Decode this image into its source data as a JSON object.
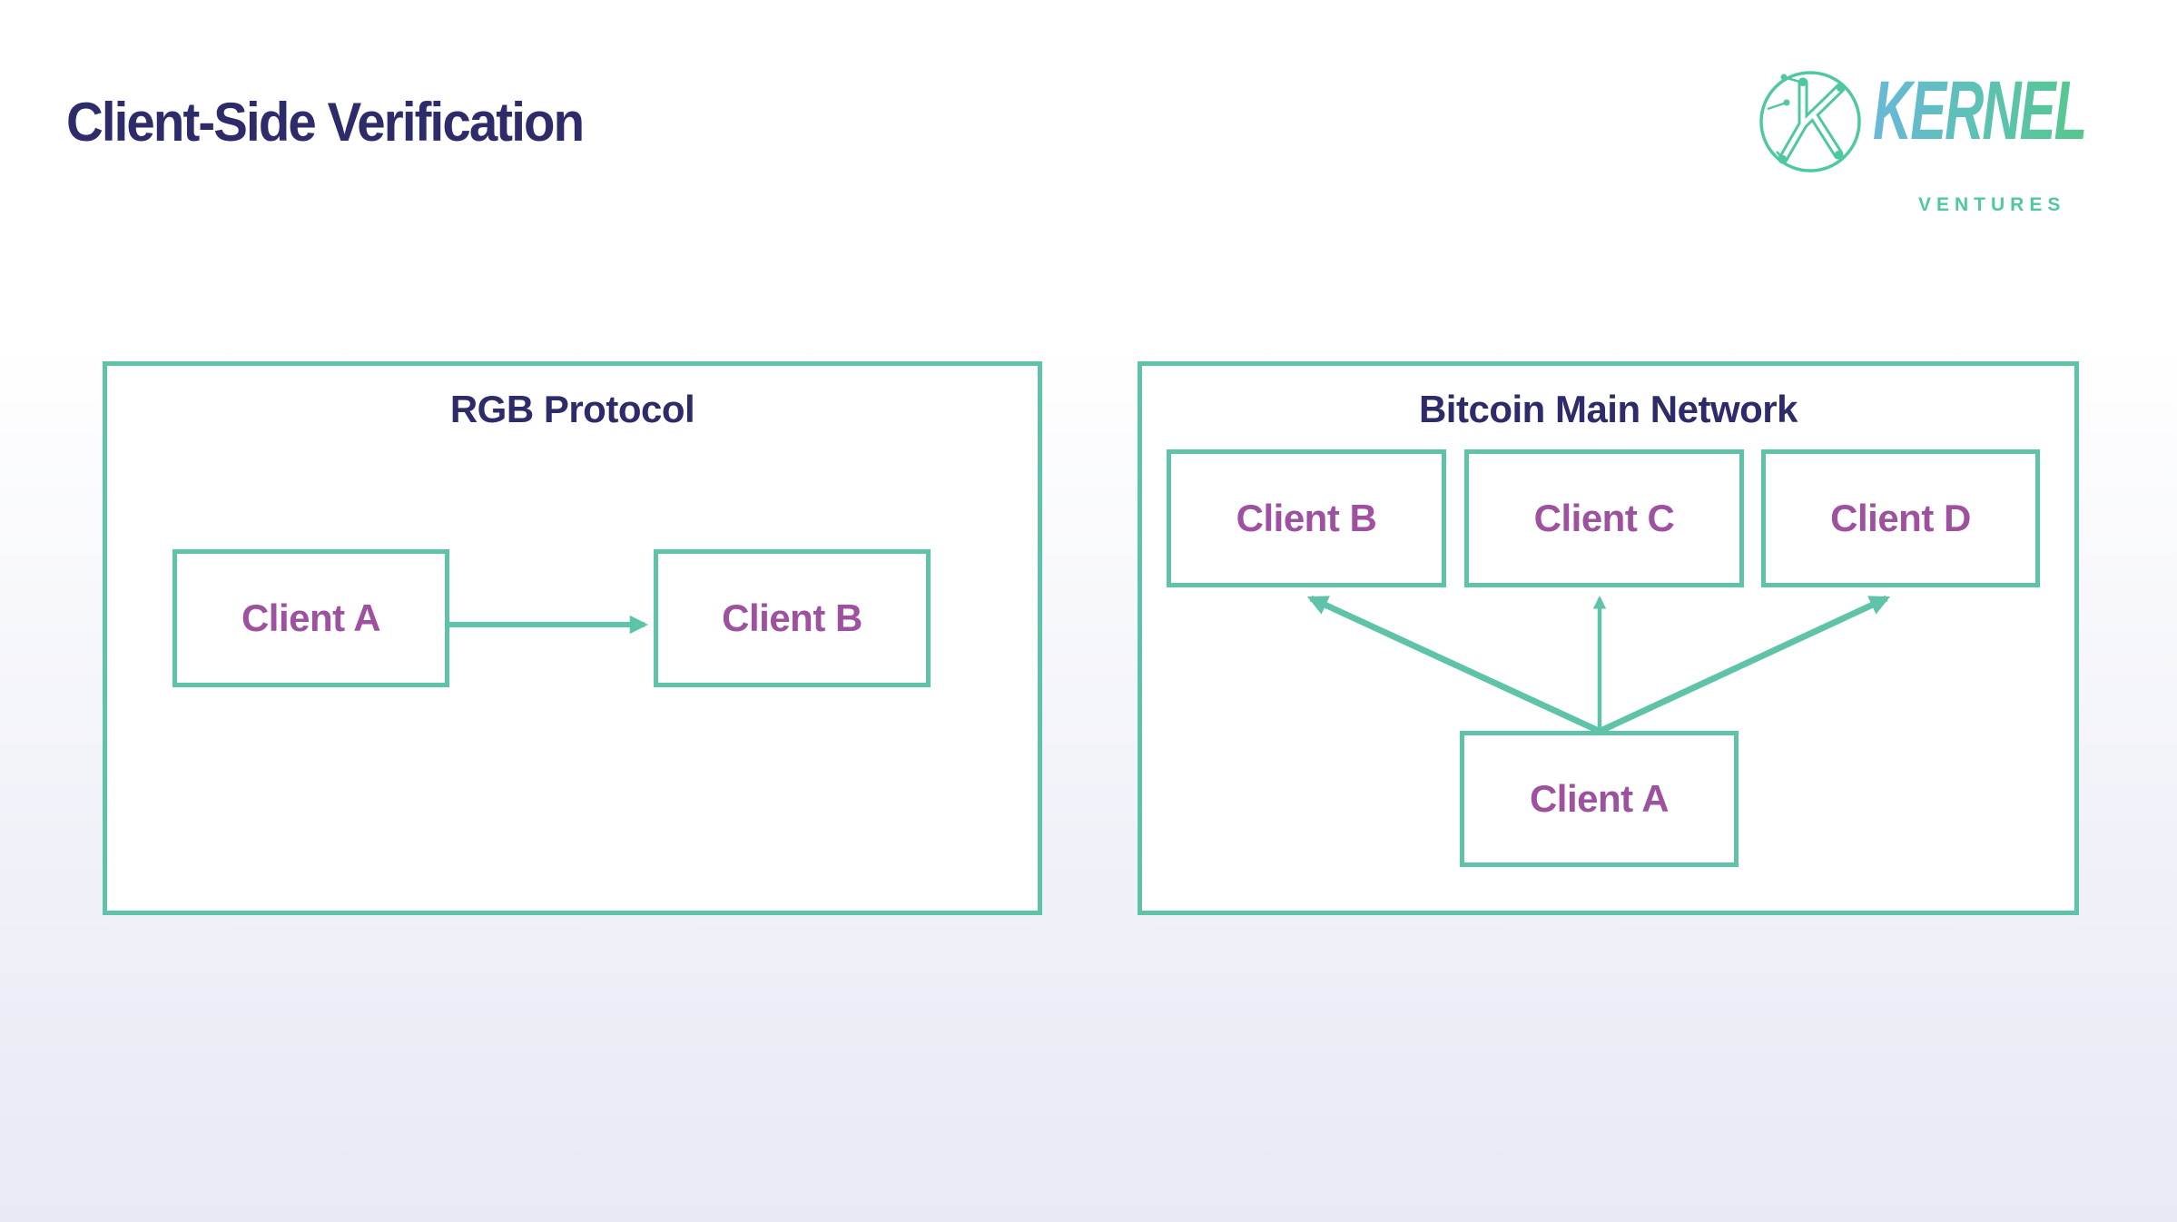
{
  "slide": {
    "title": "Client-Side Verification"
  },
  "logo": {
    "brand": "KERNEL",
    "subtitle": "VENTURES"
  },
  "left_panel": {
    "title": "RGB Protocol",
    "nodes": [
      {
        "id": "A",
        "label": "Client A"
      },
      {
        "id": "B",
        "label": "Client B"
      }
    ],
    "edges": [
      {
        "from": "Client A",
        "to": "Client B"
      }
    ]
  },
  "right_panel": {
    "title": "Bitcoin Main Network",
    "nodes": [
      {
        "id": "B",
        "label": "Client B"
      },
      {
        "id": "C",
        "label": "Client C"
      },
      {
        "id": "D",
        "label": "Client D"
      },
      {
        "id": "A",
        "label": "Client A"
      }
    ],
    "edges": [
      {
        "from": "Client A",
        "to": "Client B"
      },
      {
        "from": "Client A",
        "to": "Client C"
      },
      {
        "from": "Client A",
        "to": "Client D"
      }
    ]
  },
  "colors": {
    "accent_teal": "#5ec3a8",
    "logo_teal": "#4fc8a0",
    "heading_navy": "#2d2b69",
    "node_text_purple": "#9d519e",
    "logo_gradient_start": "#68b8d8",
    "logo_gradient_end": "#56c88c",
    "background_bottom": "#e7e9f4"
  }
}
